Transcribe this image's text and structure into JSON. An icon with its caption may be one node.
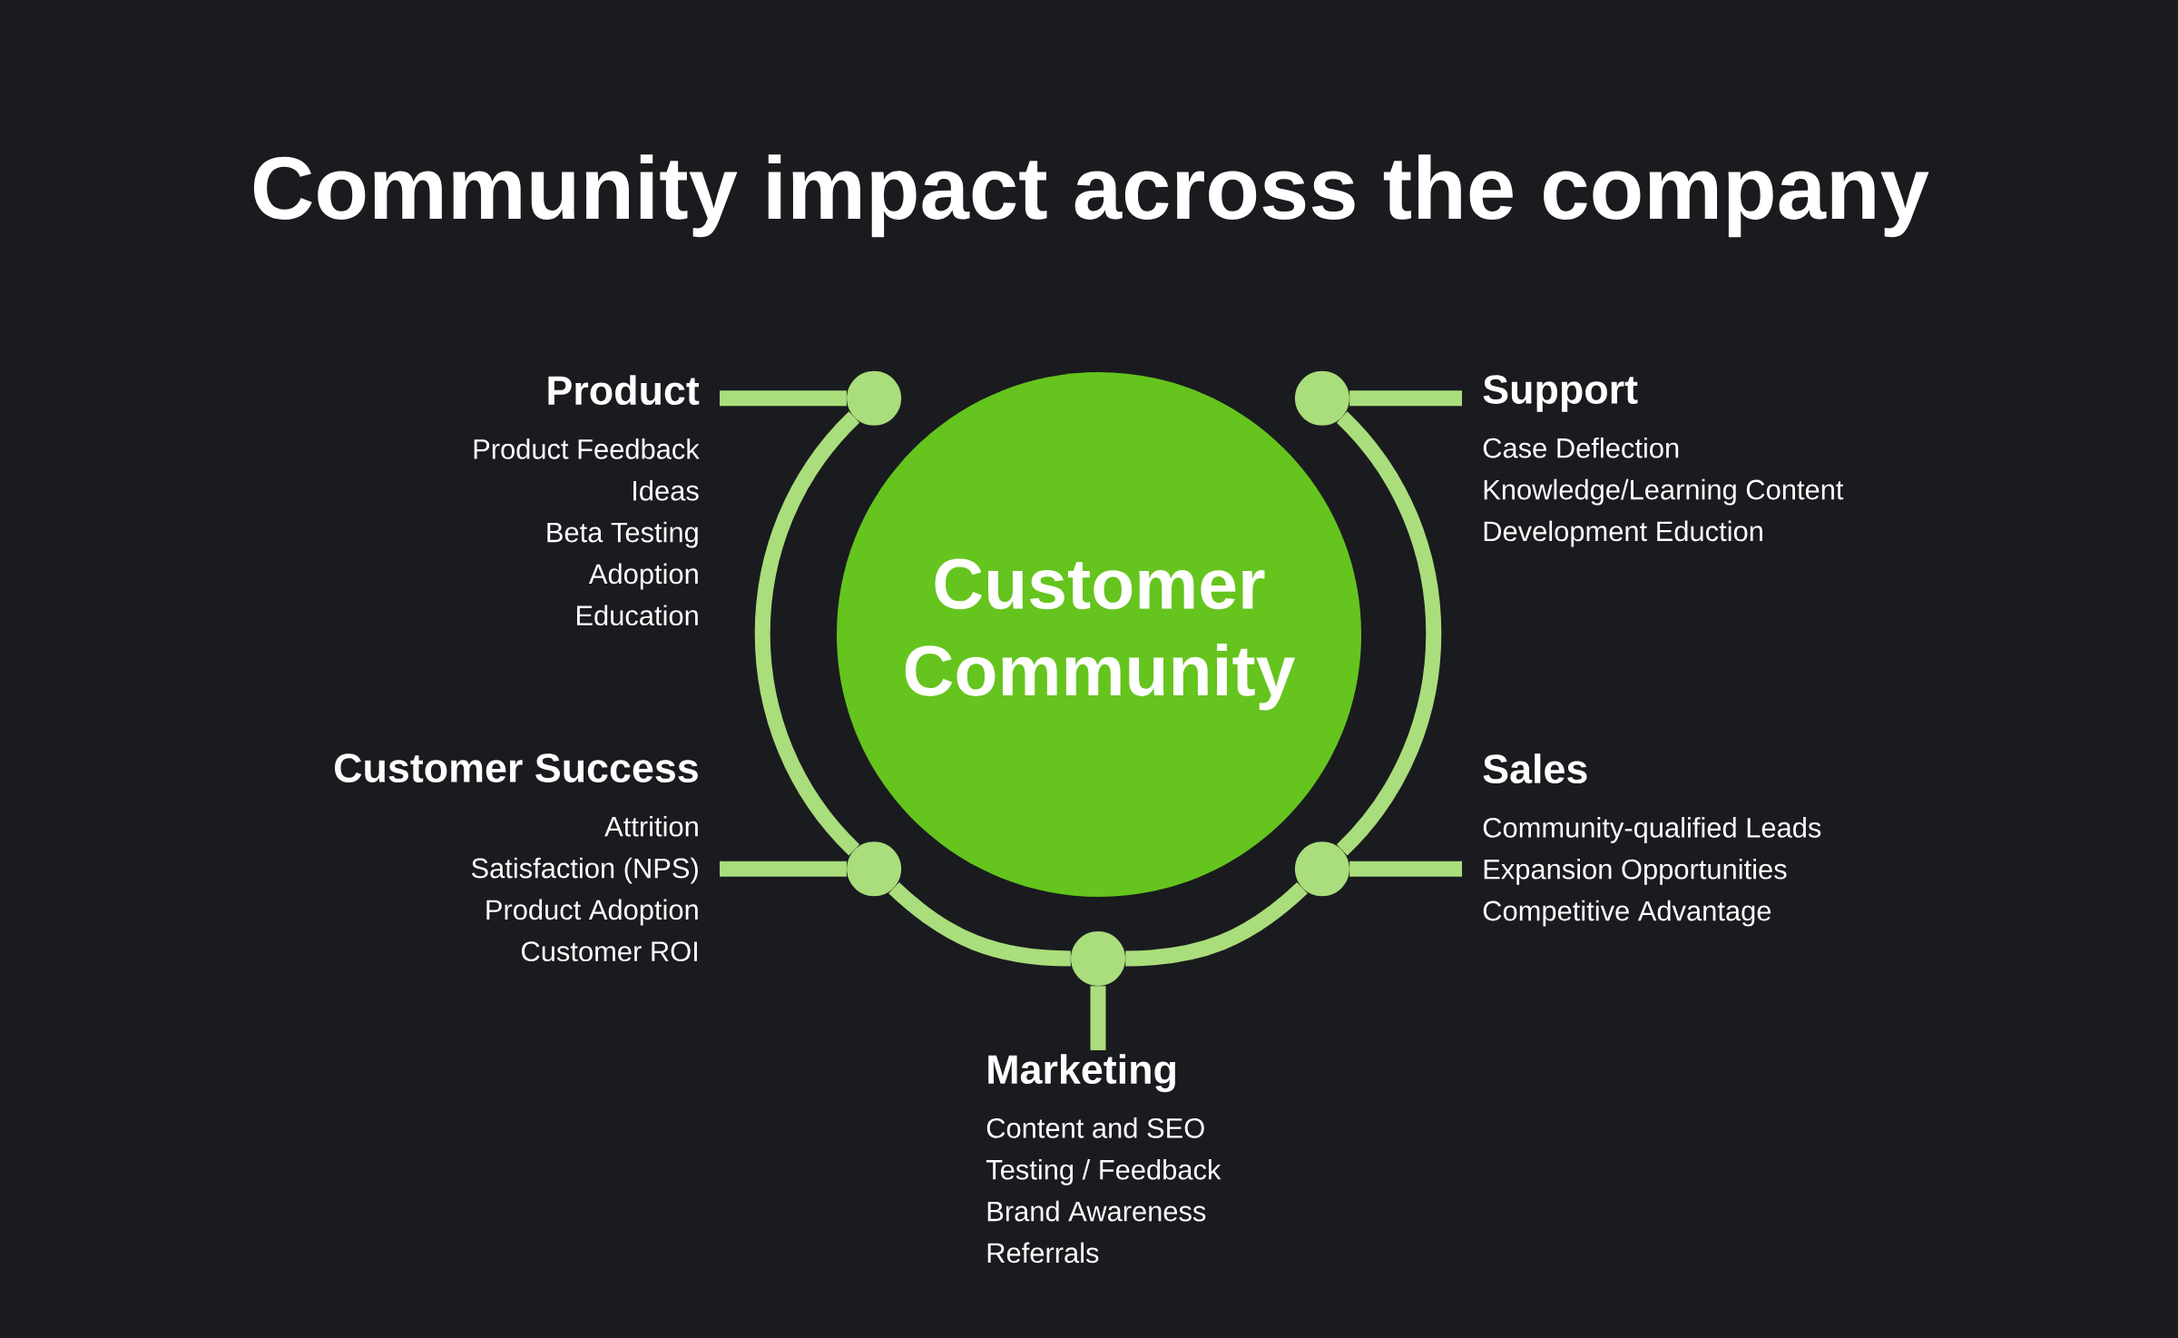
{
  "diagram": {
    "title": "Community impact across the company",
    "nodes": [
      {
        "text": [
          "Customer Community"
        ]
      },
      {
        "text": [
          "Product",
          "Product Feedback",
          "Ideas",
          "Beta Testing",
          "Adoption",
          "Education"
        ]
      },
      {
        "text": [
          "Support",
          "Case Deflection",
          "Knowledge/Learning Content",
          "Development Eduction"
        ]
      },
      {
        "text": [
          "Customer Success",
          "Attrition",
          "Satisfaction (NPS)",
          "Product Adoption",
          "Customer ROI"
        ]
      },
      {
        "text": [
          "Sales",
          "Community-qualified Leads",
          "Expansion Opportunities",
          "Competitive Advantage"
        ]
      },
      {
        "text": [
          "Marketing",
          "Content and SEO",
          "Testing / Feedback",
          "Brand Awareness",
          "Referrals"
        ]
      },
      {
        "text": [],
        "shape": "circle"
      },
      {
        "text": [],
        "shape": "circle"
      },
      {
        "text": [],
        "shape": "circle"
      },
      {
        "text": [],
        "shape": "circle"
      },
      {
        "text": [],
        "shape": "circle"
      }
    ],
    "edges": [
      {
        "from": 6,
        "to": 1,
        "arrow": "none"
      },
      {
        "from": 7,
        "to": 2,
        "arrow": "none"
      },
      {
        "from": 8,
        "to": 3,
        "arrow": "none"
      },
      {
        "from": 9,
        "to": 4,
        "arrow": "none"
      },
      {
        "from": 10,
        "to": 5,
        "arrow": "none"
      },
      {
        "from": 6,
        "to": 8,
        "arrow": "none"
      },
      {
        "from": 8,
        "to": 10,
        "arrow": "none"
      },
      {
        "from": 10,
        "to": 9,
        "arrow": "none"
      },
      {
        "from": 9,
        "to": 7,
        "arrow": "none"
      }
    ]
  }
}
